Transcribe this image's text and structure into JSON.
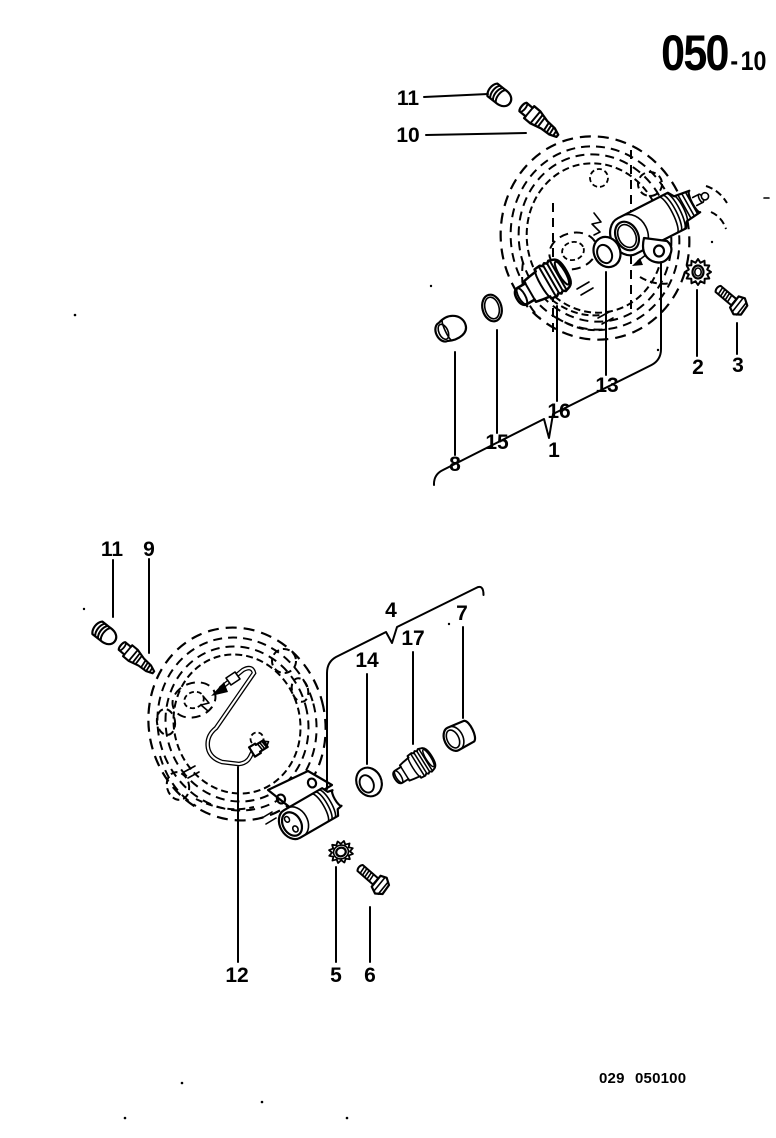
{
  "page": {
    "background": "#ffffff",
    "ink": "#000000",
    "header": {
      "group_code": "050",
      "separator": "-",
      "page_number": "10"
    },
    "footer_code": "029 050100"
  },
  "upper_diagram": {
    "callouts": [
      {
        "label": "11"
      },
      {
        "label": "10"
      },
      {
        "label": "8"
      },
      {
        "label": "15"
      },
      {
        "label": "16"
      },
      {
        "label": "13"
      },
      {
        "label": "1"
      },
      {
        "label": "2"
      },
      {
        "label": "3"
      }
    ]
  },
  "lower_diagram": {
    "callouts": [
      {
        "label": "11"
      },
      {
        "label": "9"
      },
      {
        "label": "4"
      },
      {
        "label": "14"
      },
      {
        "label": "17"
      },
      {
        "label": "7"
      },
      {
        "label": "12"
      },
      {
        "label": "5"
      },
      {
        "label": "6"
      }
    ]
  }
}
